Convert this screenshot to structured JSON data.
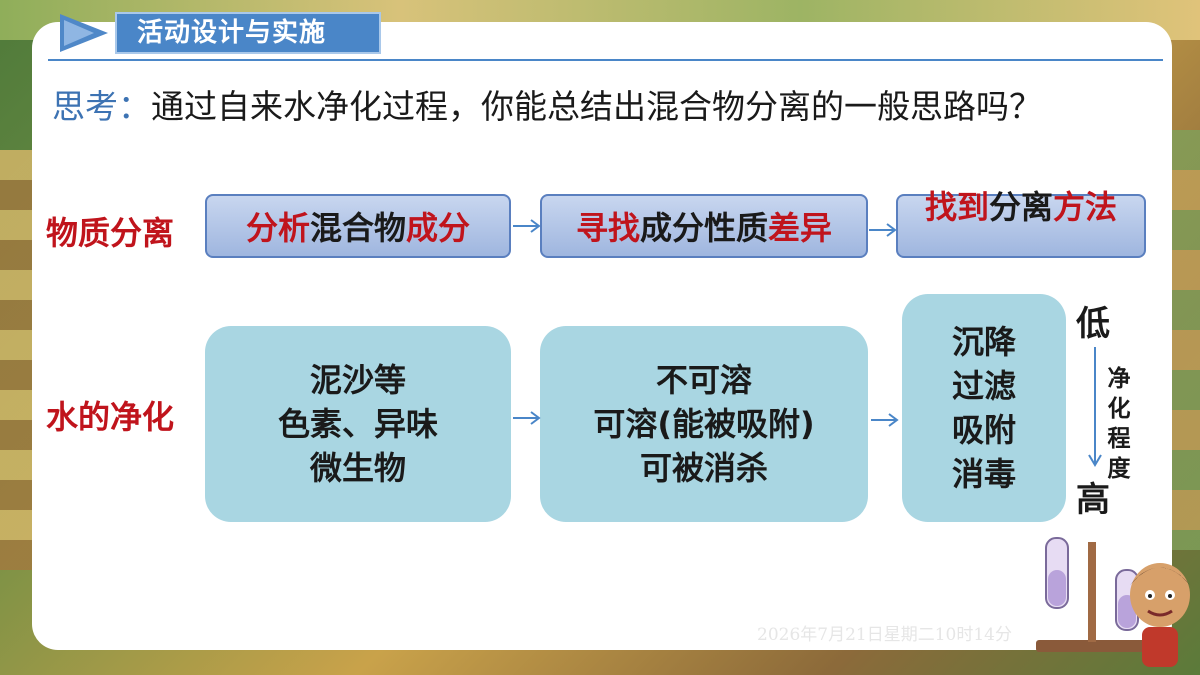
{
  "header": {
    "title": "活动设计与实施"
  },
  "question": {
    "lead": "思考：",
    "text": "通过自来水净化过程，你能总结出混合物分离的一般思路吗？"
  },
  "row1": {
    "label": "物质分离",
    "boxes": [
      {
        "parts": [
          {
            "t": "分析",
            "red": true
          },
          {
            "t": "混合物",
            "red": false
          },
          {
            "t": "成分",
            "red": true
          }
        ]
      },
      {
        "parts": [
          {
            "t": "寻找",
            "red": true
          },
          {
            "t": "成分性质",
            "red": false
          },
          {
            "t": "差异",
            "red": true
          }
        ]
      },
      {
        "parts": [
          {
            "t": "找到",
            "red": true
          },
          {
            "t": "分离",
            "red": false
          },
          {
            "t": "方法",
            "red": true
          }
        ]
      }
    ]
  },
  "row2": {
    "label": "水的净化",
    "boxes": [
      {
        "lines": [
          "泥沙等",
          "色素、异味",
          "微生物"
        ]
      },
      {
        "lines": [
          "不可溶",
          "可溶(能被吸附)",
          "可被消杀"
        ]
      },
      {
        "lines": [
          "沉降",
          "过滤",
          "吸附",
          "消毒"
        ]
      }
    ]
  },
  "scale": {
    "low": "低",
    "high": "高",
    "label": "净化程度"
  },
  "footer": {
    "timestamp": "2026年7月21日星期二10时14分"
  },
  "colors": {
    "accent_blue": "#4a86c8",
    "emphasis_red": "#c0141c",
    "box_fill": "#a9d6e2"
  }
}
